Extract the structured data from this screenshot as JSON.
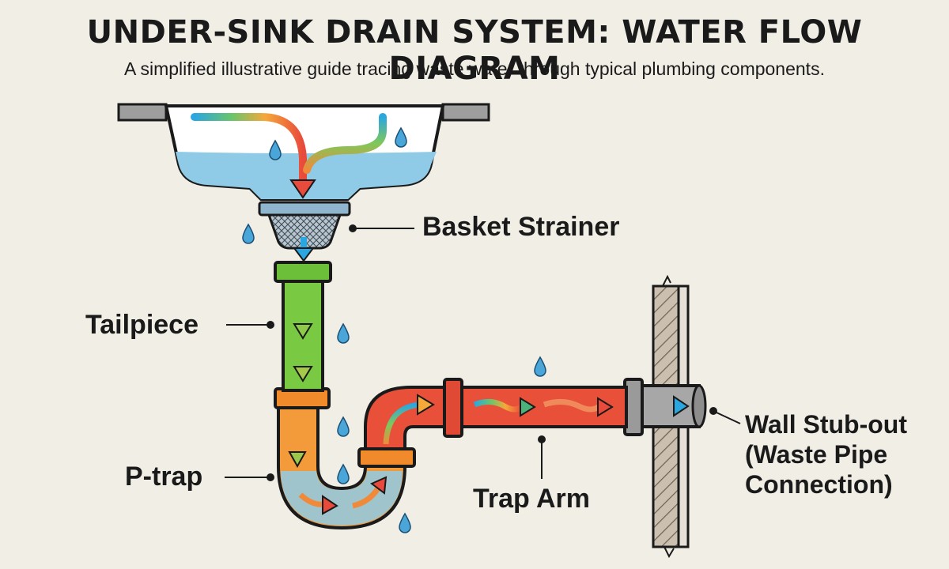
{
  "header": {
    "title": "UNDER-SINK DRAIN SYSTEM: WATER FLOW DIAGRAM",
    "subtitle": "A simplified illustrative guide tracing waste water through typical plumbing components."
  },
  "labels": {
    "basket_strainer": "Basket Strainer",
    "tailpiece": "Tailpiece",
    "p_trap": "P-trap",
    "trap_arm": "Trap Arm",
    "wall_stub_line1": "Wall Stub-out",
    "wall_stub_line2": "(Waste Pipe",
    "wall_stub_line3": "Connection)"
  },
  "colors": {
    "background": "#f1eee6",
    "tailpiece": "#7ac943",
    "p_trap": "#f39a3a",
    "trap_arm": "#e8503a",
    "wall_pipe": "#a7a7a7",
    "water": "#8fcbe6",
    "outline": "#1a1a1a"
  }
}
